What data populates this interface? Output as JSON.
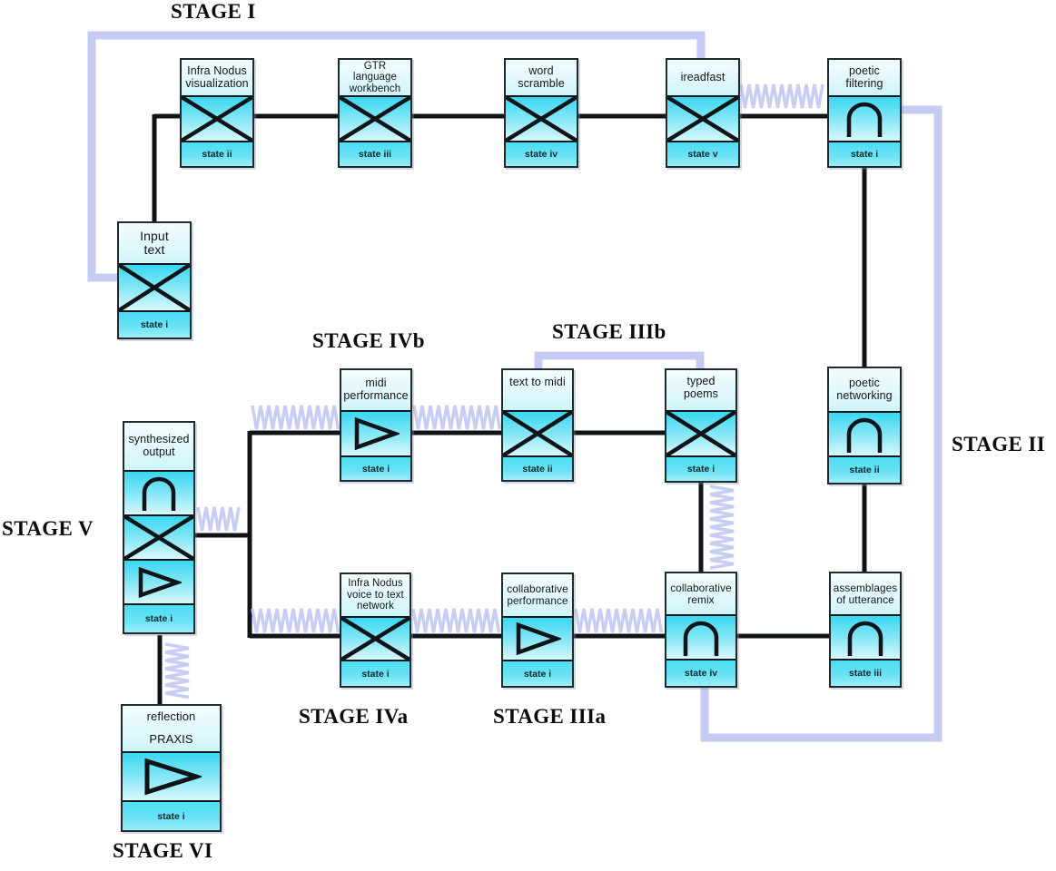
{
  "diagram": {
    "description": "Flow diagram of staged creative process with state boxes connected by lines, zigzag links and lavender feedback routes"
  },
  "colors": {
    "background": "#ffffff",
    "route_lavender": "#c7cbf3",
    "zigzag_lavender": "#c9cdf4",
    "connector_black": "#101418",
    "box_cyan_bright": "#3cd8f1",
    "box_cyan_pale": "#d9f8fc",
    "box_label_bg": "#eefcfe",
    "box_border": "#1f2a2e",
    "text": "#161616"
  },
  "icons": {
    "crossed-lines": "box with X (corner-to-corner cross)",
    "arch": "upside-down U arch glyph",
    "play-triangle": "right-pointing outline triangle"
  },
  "stage_labels": {
    "stage_i": "STAGE I",
    "stage_ii": "STAGE II",
    "stage_iiib": "STAGE IIIb",
    "stage_ivb": "STAGE IVb",
    "stage_v": "STAGE V",
    "stage_iva": "STAGE IVa",
    "stage_iiia": "STAGE IIIa",
    "stage_vi": "STAGE VI"
  },
  "nodes": {
    "input_text": {
      "label": "Input\ntext",
      "state": "state i",
      "icon": "crossed-lines"
    },
    "infra_nodus_visualization": {
      "label": "Infra Nodus\nvisualization",
      "state": "state ii",
      "icon": "crossed-lines"
    },
    "gtr_language_workbench": {
      "label": "GTR\nlanguage\nworkbench",
      "state": "state iii",
      "icon": "crossed-lines"
    },
    "word_scramble": {
      "label": "word\nscramble",
      "state": "state iv",
      "icon": "crossed-lines"
    },
    "ireadfast": {
      "label": "ireadfast",
      "state": "state v",
      "icon": "crossed-lines"
    },
    "poetic_filtering": {
      "label": "poetic\nfiltering",
      "state": "state i",
      "icon": "arch"
    },
    "poetic_networking": {
      "label": "poetic\nnetworking",
      "state": "state ii",
      "icon": "arch"
    },
    "midi_performance": {
      "label": "midi\nperformance",
      "state": "state i",
      "icon": "play-triangle"
    },
    "text_to_midi": {
      "label": "text to midi",
      "state": "state ii",
      "icon": "crossed-lines"
    },
    "typed_poems": {
      "label": "typed\npoems",
      "state": "state i",
      "icon": "crossed-lines"
    },
    "synthesized_output": {
      "label": "synthesized\noutput",
      "state": "state i",
      "icons": [
        "arch",
        "crossed-lines",
        "play-triangle"
      ]
    },
    "infra_nodus_voice_to_text": {
      "label": "Infra Nodus\nvoice to text\nnetwork",
      "state": "state i",
      "icon": "crossed-lines"
    },
    "collaborative_performance": {
      "label": "collaborative\nperformance",
      "state": "state i",
      "icon": "play-triangle"
    },
    "collaborative_remix": {
      "label": "collaborative\nremix",
      "state": "state iv",
      "icon": "arch"
    },
    "assemblages_of_utterance": {
      "label": "assemblages\nof utterance",
      "state": "state iii",
      "icon": "arch"
    },
    "reflection_praxis": {
      "label": "reflection\nPRAXIS",
      "state": "state i",
      "icon": "play-triangle"
    }
  }
}
